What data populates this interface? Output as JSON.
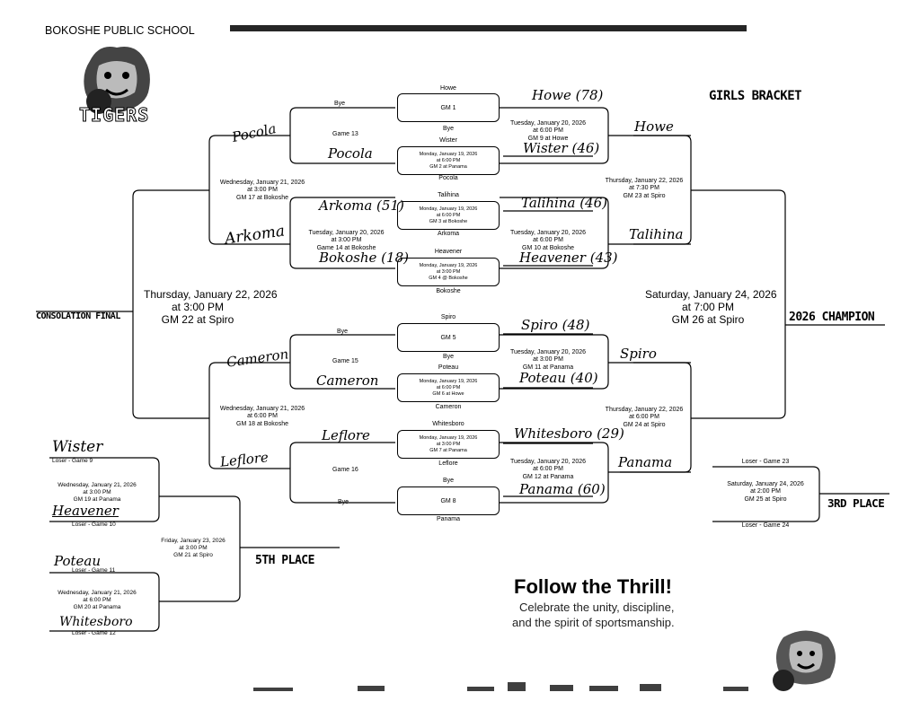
{
  "header": {
    "school": "BOKOSHE PUBLIC SCHOOL",
    "logo_text": "TIGERS"
  },
  "titles": {
    "girls_bracket": "GIRLS BRACKET",
    "consolation_final": "CONSOLATION FINAL",
    "champion": "2026 CHAMPION",
    "third_place": "3RD PLACE",
    "fifth_place": "5TH PLACE"
  },
  "first_round": [
    {
      "top": "Howe",
      "gm": "GM 1",
      "bottom": "Bye"
    },
    {
      "top": "Wister",
      "info": [
        "Monday, January 19, 2026",
        "at 6:00 PM",
        "GM 2 at Panama"
      ],
      "bottom": "Pocola"
    },
    {
      "top": "Talihina",
      "info": [
        "Monday, January 19, 2026",
        "at 6:00 PM",
        "GM 3 at Bokoshe"
      ],
      "bottom": "Arkoma"
    },
    {
      "top": "Heavener",
      "info": [
        "Monday, January 19, 2026",
        "at 3:00 PM",
        "GM 4 @ Bokoshe"
      ],
      "bottom": "Bokoshe"
    },
    {
      "top": "Spiro",
      "gm": "GM 5",
      "bottom": "Bye"
    },
    {
      "top": "Poteau",
      "info": [
        "Monday, January 19, 2026",
        "at 6:00 PM",
        "GM 6 at Howe"
      ],
      "bottom": "Cameron"
    },
    {
      "top": "Whitesboro",
      "info": [
        "Monday, January 19, 2026",
        "at 3:00 PM",
        "GM 7 at Panama"
      ],
      "bottom": "Leflore"
    },
    {
      "top": "Bye",
      "gm": "GM 8",
      "bottom": "Panama"
    }
  ],
  "second_round_right": [
    {
      "info": [
        "Tuesday, January 20, 2026",
        "at 6:00 PM",
        "GM 9 at Howe"
      ],
      "winner": "Howe (78)",
      "loser": "Wister (46)"
    },
    {
      "info": [
        "Tuesday, January 20, 2026",
        "at 6:00 PM",
        "GM 10 at Bokoshe"
      ],
      "winner": "Talihina (46)",
      "loser": "Heavener (43)"
    },
    {
      "info": [
        "Tuesday, January 20, 2026",
        "at 3:00 PM",
        "GM 11 at Panama"
      ],
      "winner": "Spiro (48)",
      "loser": "Poteau (40)"
    },
    {
      "info": [
        "Tuesday, January 20, 2026",
        "at 6:00 PM",
        "GM 12 at Panama"
      ],
      "winner": "Whitesboro (29)",
      "loser": "Panama (60)"
    }
  ],
  "second_round_left": [
    {
      "top": "Bye",
      "label": "Game 13",
      "bottom": "Pocola",
      "winner_left": "Pocola"
    },
    {
      "info": [
        "Tuesday, January 20, 2026",
        "at 3:00 PM",
        "Game 14 at Bokoshe"
      ],
      "top": "Arkoma (51)",
      "bottom": "Bokoshe (18)",
      "winner_left": "Arkoma"
    },
    {
      "top": "Bye",
      "label": "Game 15",
      "bottom": "Cameron",
      "winner_left": "Cameron"
    },
    {
      "top": "Leflore",
      "label": "Game 16",
      "bottom": "Bye",
      "winner_left": "Leflore"
    }
  ],
  "semis_left": [
    {
      "info": [
        "Wednesday, January 21, 2026",
        "at 3:00 PM",
        "GM 17 at Bokoshe"
      ]
    },
    {
      "info": [
        "Wednesday, January 21, 2026",
        "at 6:00 PM",
        "GM 18 at Bokoshe"
      ]
    }
  ],
  "semis_right": [
    {
      "info": [
        "Thursday, January 22, 2026",
        "at 7:30 PM",
        "GM 23 at Spiro"
      ],
      "top": "Howe",
      "bottom": "Talihina"
    },
    {
      "info": [
        "Thursday, January 22, 2026",
        "at 6:00 PM",
        "GM 24 at Spiro"
      ],
      "top": "Spiro",
      "bottom": "Panama"
    }
  ],
  "consolation": {
    "info": [
      "Thursday, January 22, 2026",
      "at 3:00 PM",
      "GM 22 at Spiro"
    ]
  },
  "championship": {
    "info": [
      "Saturday, January 24, 2026",
      "at 7:00 PM",
      "GM 26 at Spiro"
    ]
  },
  "third": {
    "top": "Loser - Game 23",
    "info": [
      "Saturday, January 24, 2026",
      "at 2:00 PM",
      "GM 25 at Spiro"
    ],
    "bottom": "Loser - Game 24"
  },
  "fifth": {
    "a_top": "Wister",
    "a_top_label": "Loser - Game 9",
    "a_info": [
      "Wednesday, January 21, 2026",
      "at 3:00 PM",
      "GM 19 at Panama"
    ],
    "a_bottom": "Heavener",
    "a_bottom_label": "Loser - Game 10",
    "b_top": "Poteau",
    "b_top_label": "Loser - Game 11",
    "b_info": [
      "Wednesday, January 21, 2026",
      "at 6:00 PM",
      "GM 20 at Panama"
    ],
    "b_bottom": "Whitesboro",
    "b_bottom_label": "Loser - Game 12",
    "final_info": [
      "Friday, January 23, 2026",
      "at 3:00 PM",
      "GM 21 at Spiro"
    ]
  },
  "promo": {
    "headline": "Follow the Thrill!",
    "line1": "Celebrate the unity, discipline,",
    "line2": "and the spirit of sportsmanship."
  }
}
